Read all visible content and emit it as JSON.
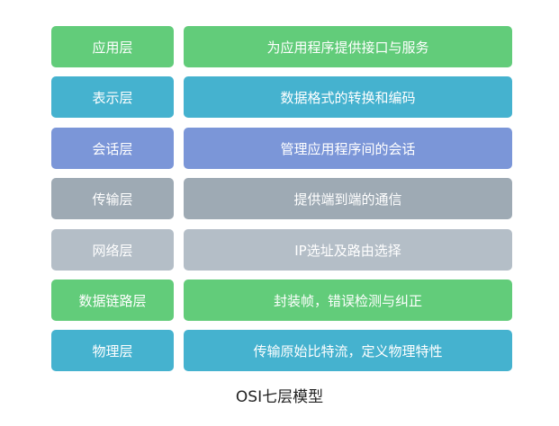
{
  "layers": [
    {
      "name": "应用层",
      "description": "为应用程序提供接口与服务",
      "color": "#62cc7a"
    },
    {
      "name": "表示层",
      "description": "数据格式的转换和编码",
      "color": "#45b2cf"
    },
    {
      "name": "会话层",
      "description": "管理应用程序间的会话",
      "color": "#7b96d8"
    },
    {
      "name": "传输层",
      "description": "提供端到端的通信",
      "color": "#9eaab4"
    },
    {
      "name": "网络层",
      "description": "IP选址及路由选择",
      "color": "#b4bec7"
    },
    {
      "name": "数据链路层",
      "description": "封装帧，错误检测与纠正",
      "color": "#62cc7a"
    },
    {
      "name": "物理层",
      "description": "传输原始比特流，定义物理特性",
      "color": "#45b2cf"
    }
  ],
  "caption": "OSI七层模型"
}
